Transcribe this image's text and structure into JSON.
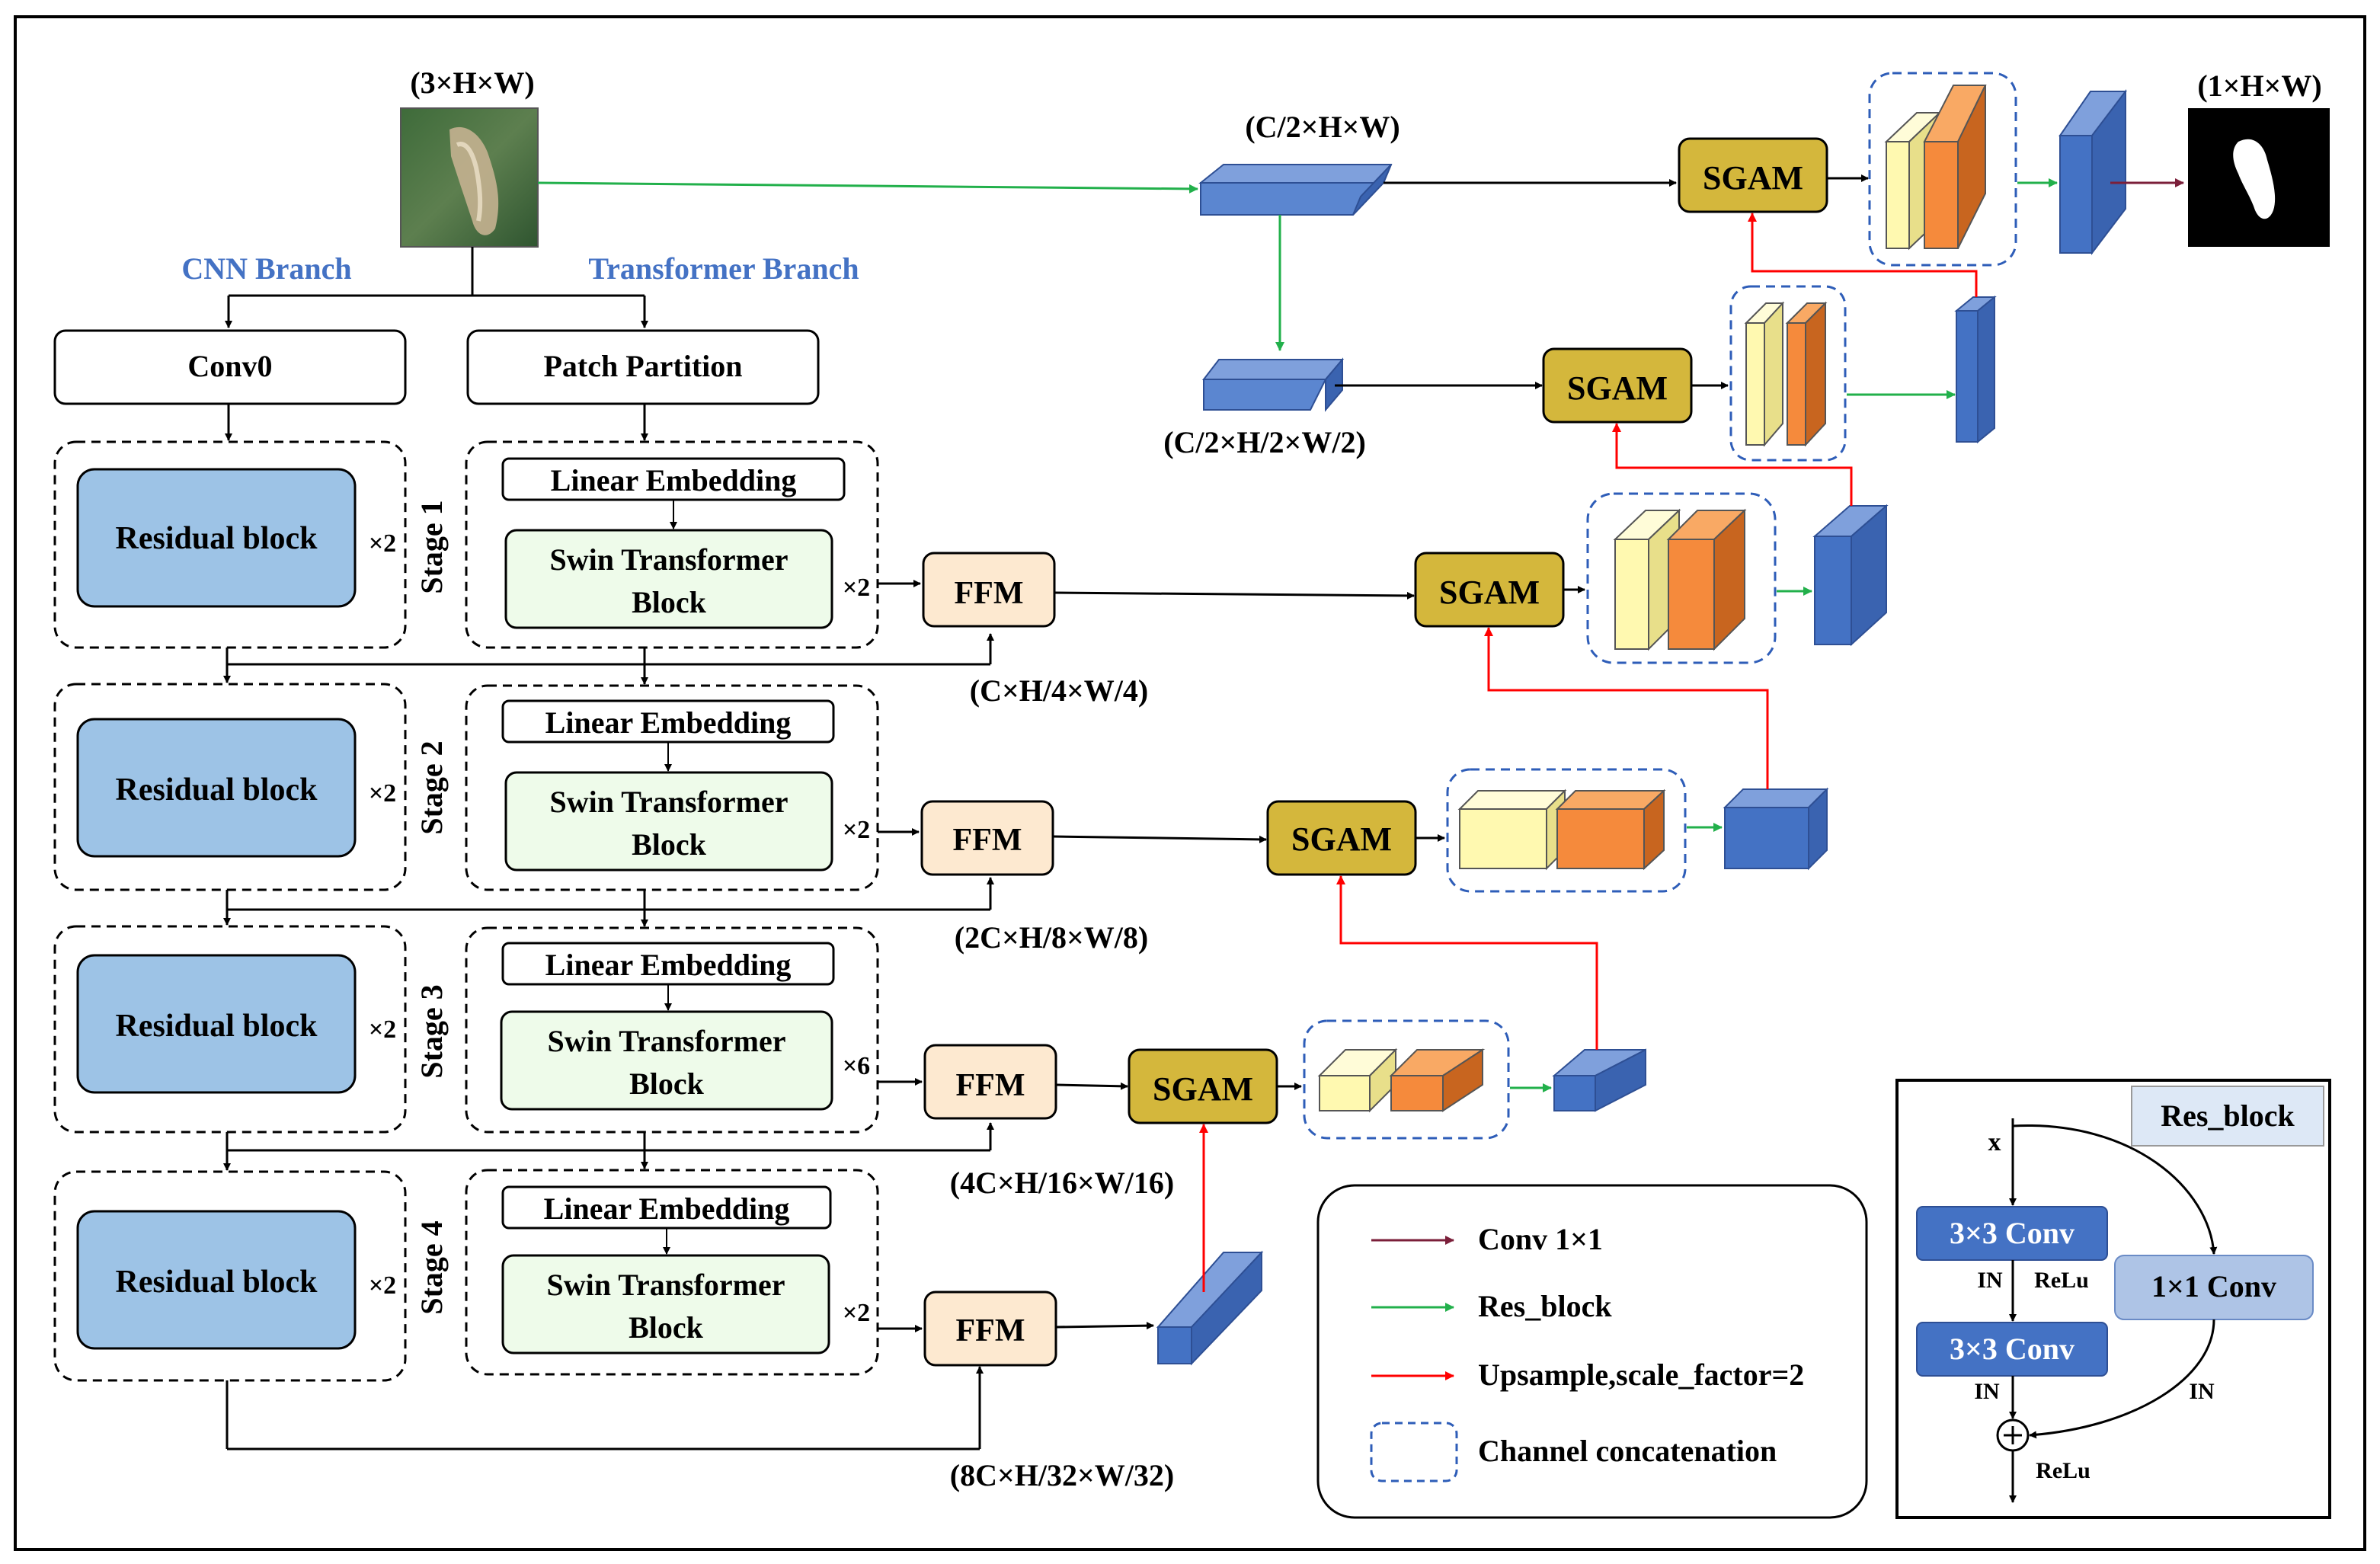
{
  "sizes": {
    "input": "(3×H×W)",
    "output": "(1×H×W)",
    "top_full": "(C/2×H×W)",
    "top_half": "(C/2×H/2×W/2)",
    "s1": "(C×H/4×W/4)",
    "s2": "(2C×H/8×W/8)",
    "s3": "(4C×H/16×W/16)",
    "s4": "(8C×H/32×W/32)"
  },
  "branches": {
    "cnn": "CNN Branch",
    "transformer": "Transformer Branch"
  },
  "blocks": {
    "conv0": "Conv0",
    "patch_partition": "Patch Partition",
    "residual": "Residual block",
    "linear_embedding": "Linear Embedding",
    "swin_line1": "Swin Transformer",
    "swin_line2": "Block",
    "ffm": "FFM",
    "sgam": "SGAM"
  },
  "stages": [
    {
      "label": "Stage 1",
      "res_repeat": "×2",
      "swin_repeat": "×2"
    },
    {
      "label": "Stage 2",
      "res_repeat": "×2",
      "swin_repeat": "×2"
    },
    {
      "label": "Stage 3",
      "res_repeat": "×2",
      "swin_repeat": "×6"
    },
    {
      "label": "Stage 4",
      "res_repeat": "×2",
      "swin_repeat": "×2"
    }
  ],
  "legend": {
    "items": [
      {
        "label": "Conv 1×1",
        "color": "#7b1f3a"
      },
      {
        "label": "Res_block",
        "color": "#22b04b"
      },
      {
        "label": "Upsample,scale_factor=2",
        "color": "#ff0000"
      },
      {
        "label": "Channel concatenation",
        "color": "#2e5db8"
      }
    ]
  },
  "res_block": {
    "title": "Res_block",
    "x": "x",
    "conv3a": "3×3 Conv",
    "conv3b": "3×3 Conv",
    "conv1": "1×1 Conv",
    "in1": "IN",
    "relu1": "ReLu",
    "in2": "IN",
    "in3": "IN",
    "relu_out": "ReLu"
  },
  "colors": {
    "residual_fill": "#9dc3e6",
    "swin_fill": "#eefbea",
    "ffm_fill": "#fde9d0",
    "sgam_fill": "#d4b73c",
    "cube_blue": "#4472c4",
    "cube_yellow": "#fff9b0",
    "cube_orange": "#f58a3c",
    "branch_text": "#4472c4"
  }
}
